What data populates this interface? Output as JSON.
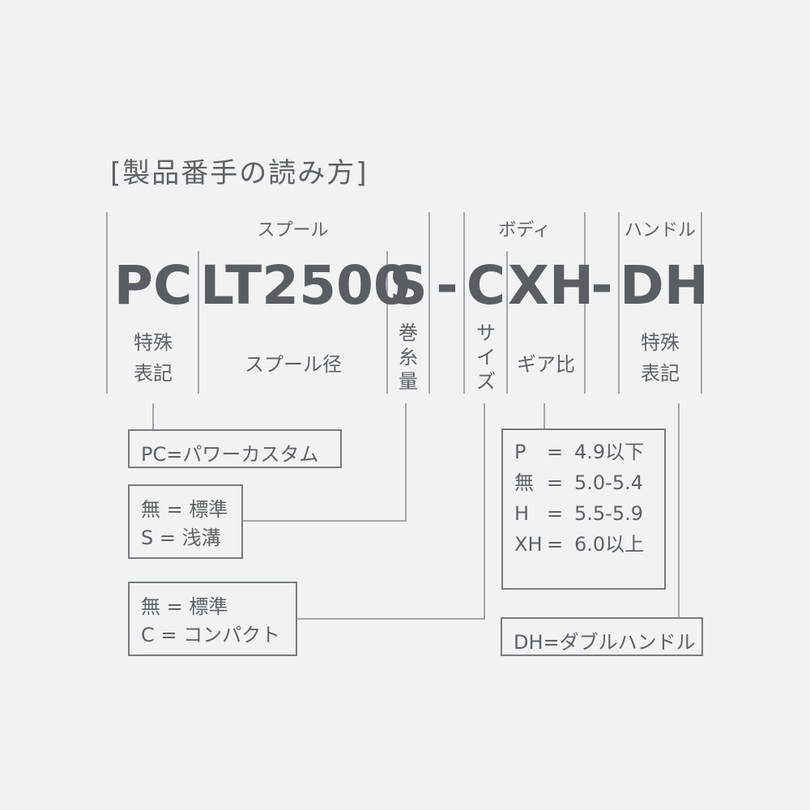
{
  "title": "[製品番手の読み方]",
  "groups": {
    "spool": "スプール",
    "body": "ボディ",
    "handle": "ハンドル"
  },
  "codes": {
    "pc": "PC",
    "lt2500": "LT2500",
    "s": "S",
    "dash1": "-",
    "c": "C",
    "xh": "XH",
    "dash2": "-",
    "dh": "DH"
  },
  "descriptions": {
    "special1_line1": "特殊",
    "special1_line2": "表記",
    "spool_diameter": "スプール径",
    "winding1": "巻",
    "winding2": "糸",
    "winding3": "量",
    "size1": "サ",
    "size2": "イ",
    "size3": "ズ",
    "gear_ratio": "ギア比",
    "special2_line1": "特殊",
    "special2_line2": "表記"
  },
  "boxes": {
    "pc_box": "PC=パワーカスタム",
    "s_box": {
      "row1": "無 = 標準",
      "row2": "S = 浅溝"
    },
    "c_box": {
      "row1": "無 = 標準",
      "row2": "C = コンパクト"
    },
    "gear_box": {
      "rows": [
        {
          "key": "P",
          "eq": "=",
          "val": "4.9以下"
        },
        {
          "key": "無",
          "eq": "=",
          "val": "5.0-5.4"
        },
        {
          "key": "H",
          "eq": "=",
          "val": "5.5-5.9"
        },
        {
          "key": "XH",
          "eq": "=",
          "val": "6.0以上"
        }
      ]
    },
    "dh_box": "DH=ダブルハンドル"
  }
}
